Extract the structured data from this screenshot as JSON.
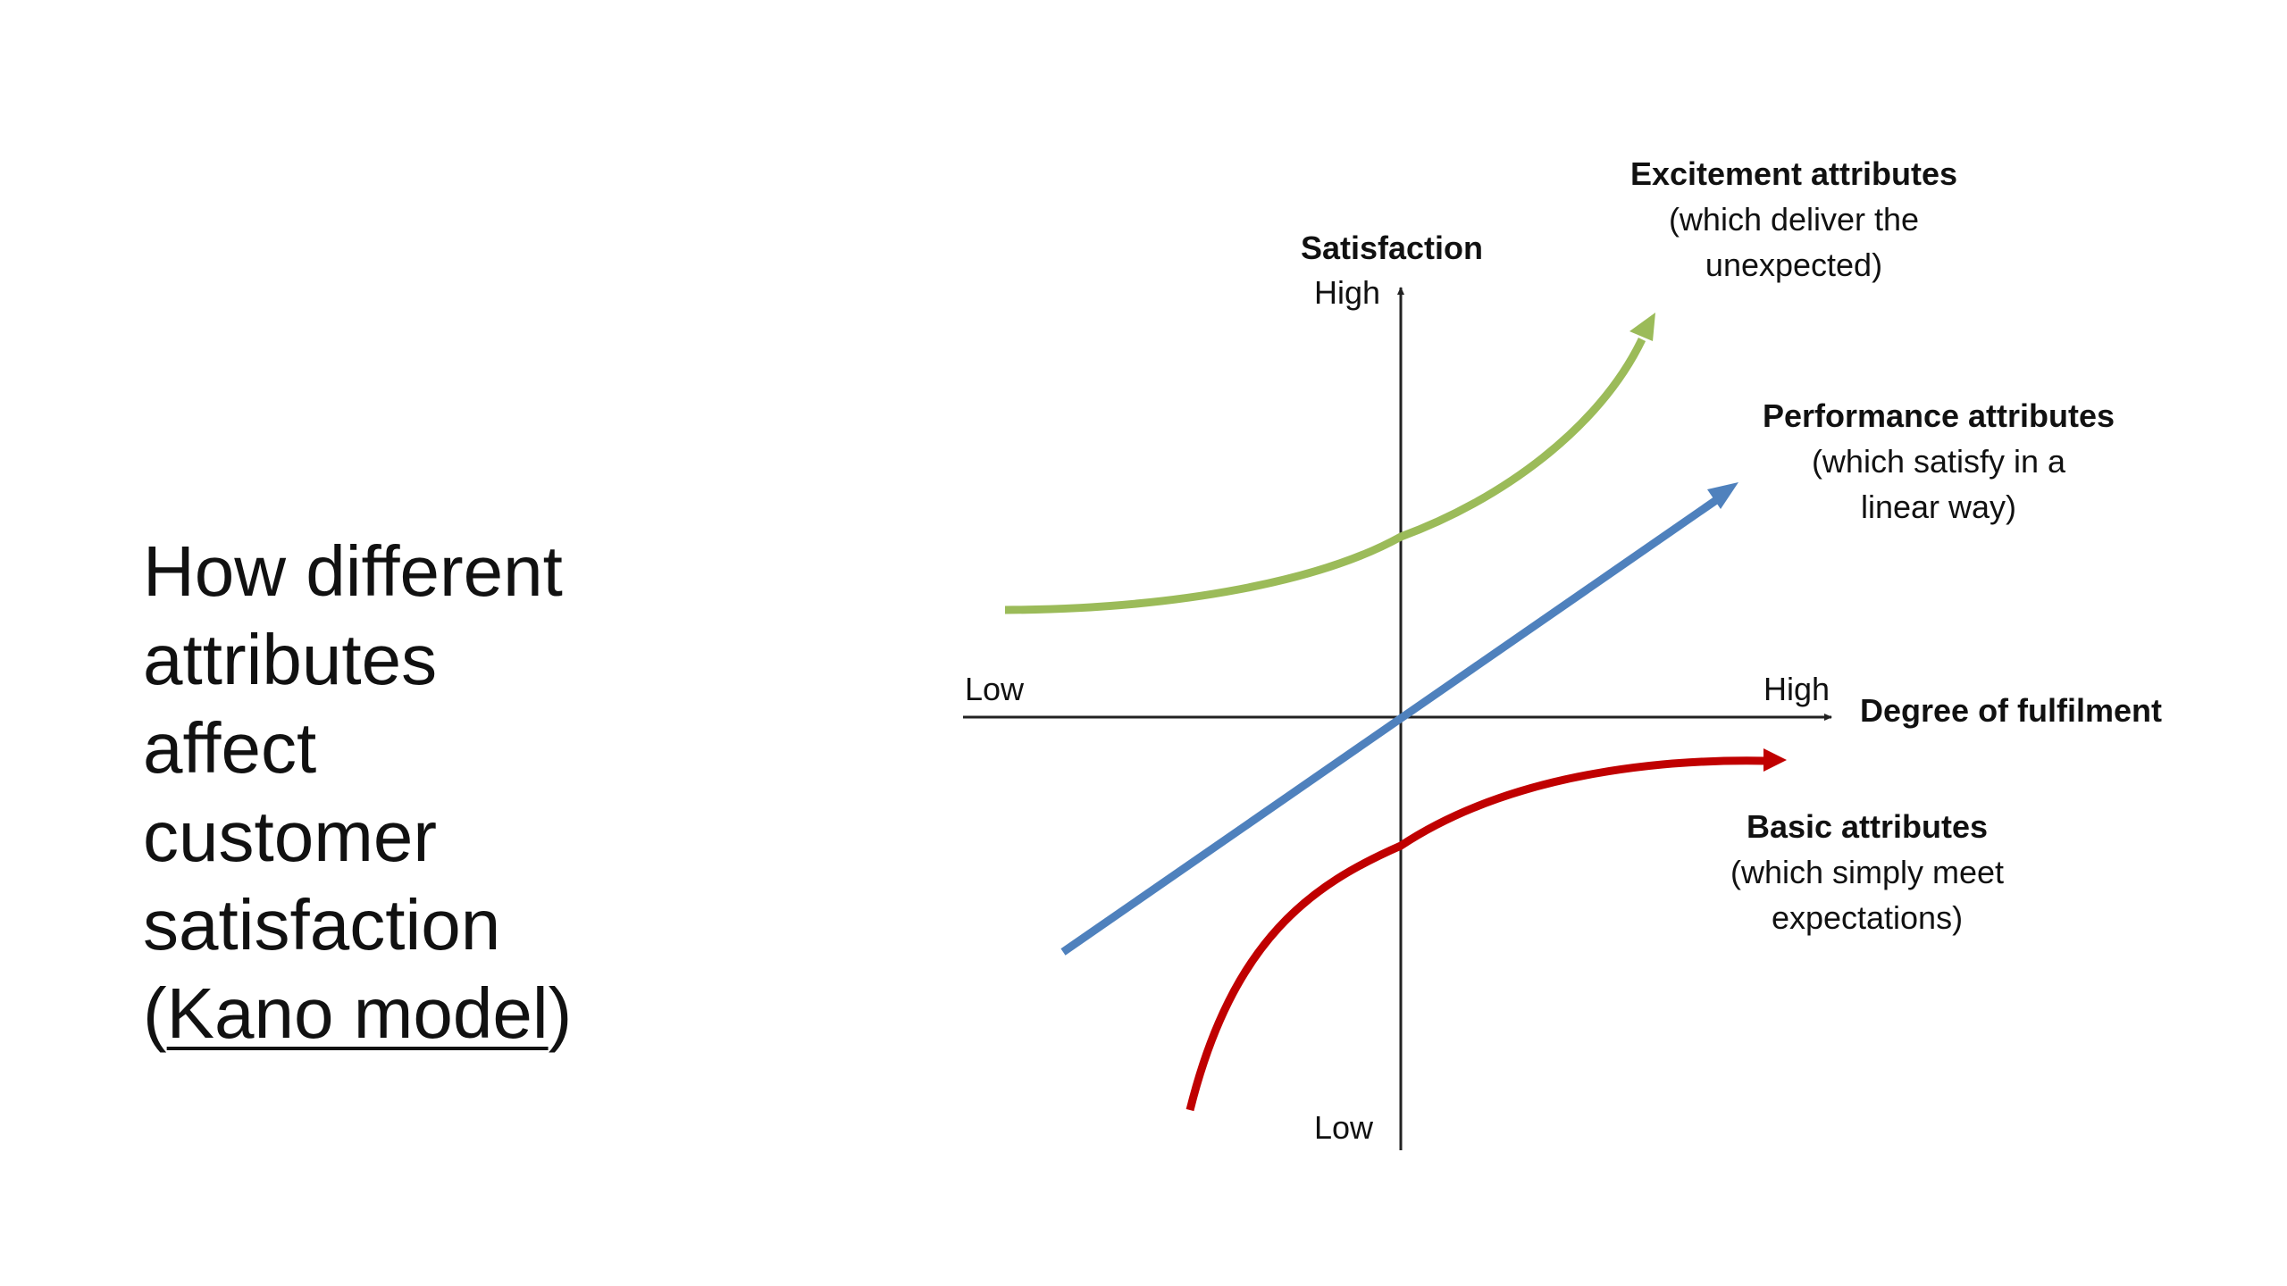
{
  "slide": {
    "title_lines": [
      "How different",
      "attributes",
      "affect",
      "customer",
      "satisfaction"
    ],
    "title_open_paren": "(",
    "title_link_text": "Kano model",
    "title_close_paren": ")"
  },
  "diagram": {
    "y_axis": {
      "title": "Satisfaction",
      "high_label": "High",
      "low_label": "Low"
    },
    "x_axis": {
      "title": "Degree of fulfilment",
      "high_label": "High",
      "low_label": "Low"
    },
    "curves": [
      {
        "key": "excitement",
        "name": "Excitement attributes",
        "desc_lines": [
          "(which deliver the",
          "unexpected)"
        ],
        "color": "#9bbb59"
      },
      {
        "key": "performance",
        "name": "Performance attributes",
        "desc_lines": [
          "(which satisfy in a",
          "linear way)"
        ],
        "color": "#4f81bd"
      },
      {
        "key": "basic",
        "name": "Basic attributes",
        "desc_lines": [
          "(which simply meet",
          "expectations)"
        ],
        "color": "#c00000"
      }
    ],
    "axis_color": "#222222"
  }
}
